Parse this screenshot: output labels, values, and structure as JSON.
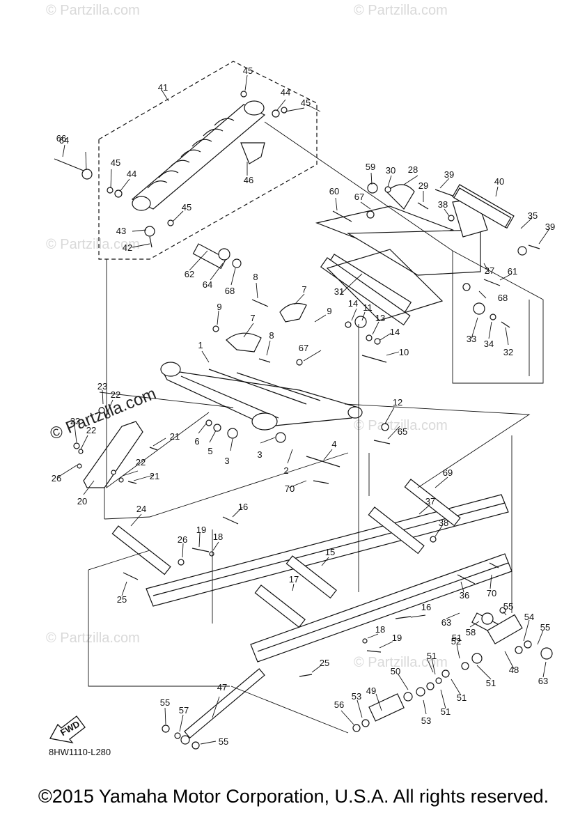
{
  "watermark": "© Partzilla.com",
  "watermark_main": "Partzilla.com",
  "diagram_code": "8HW1110-L280",
  "fwd_label": "FWD",
  "copyright": "©2015 Yamaha Motor Corporation, U.S.A. All rights reserved.",
  "callouts": [
    "1",
    "2",
    "3",
    "3",
    "4",
    "5",
    "6",
    "7",
    "7",
    "8",
    "8",
    "9",
    "9",
    "10",
    "11",
    "12",
    "13",
    "14",
    "14",
    "15",
    "16",
    "16",
    "17",
    "18",
    "18",
    "19",
    "19",
    "20",
    "21",
    "21",
    "22",
    "22",
    "22",
    "23",
    "23",
    "24",
    "25",
    "25",
    "26",
    "26",
    "27",
    "28",
    "29",
    "30",
    "31",
    "32",
    "33",
    "34",
    "35",
    "36",
    "37",
    "38",
    "38",
    "39",
    "39",
    "40",
    "41",
    "42",
    "43",
    "44",
    "44",
    "45",
    "45",
    "45",
    "45",
    "46",
    "47",
    "48",
    "49",
    "50",
    "51",
    "51",
    "51",
    "51",
    "51",
    "52",
    "53",
    "53",
    "54",
    "55",
    "55",
    "55",
    "55",
    "56",
    "57",
    "58",
    "59",
    "60",
    "61",
    "62",
    "63",
    "63",
    "64",
    "64",
    "65",
    "66",
    "67",
    "67",
    "68",
    "68",
    "69",
    "70",
    "70"
  ]
}
